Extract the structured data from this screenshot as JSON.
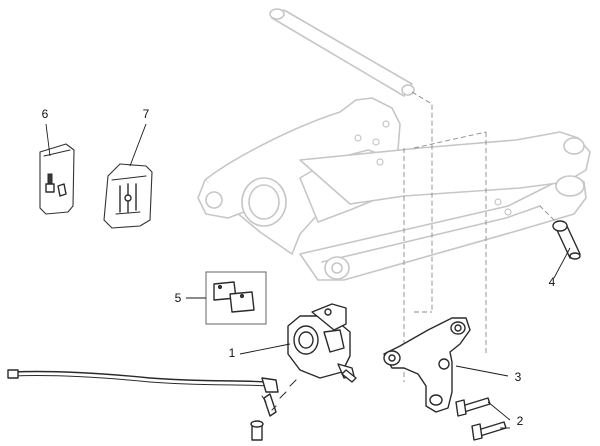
{
  "callouts": {
    "c1": "1",
    "c2": "2",
    "c3": "3",
    "c4": "4",
    "c5": "5",
    "c6": "6",
    "c7": "7"
  },
  "colors": {
    "ghost_outline": "#c6c6c6",
    "part_outline": "#2a2a2a",
    "dashed_guide": "#8a8a8a"
  }
}
